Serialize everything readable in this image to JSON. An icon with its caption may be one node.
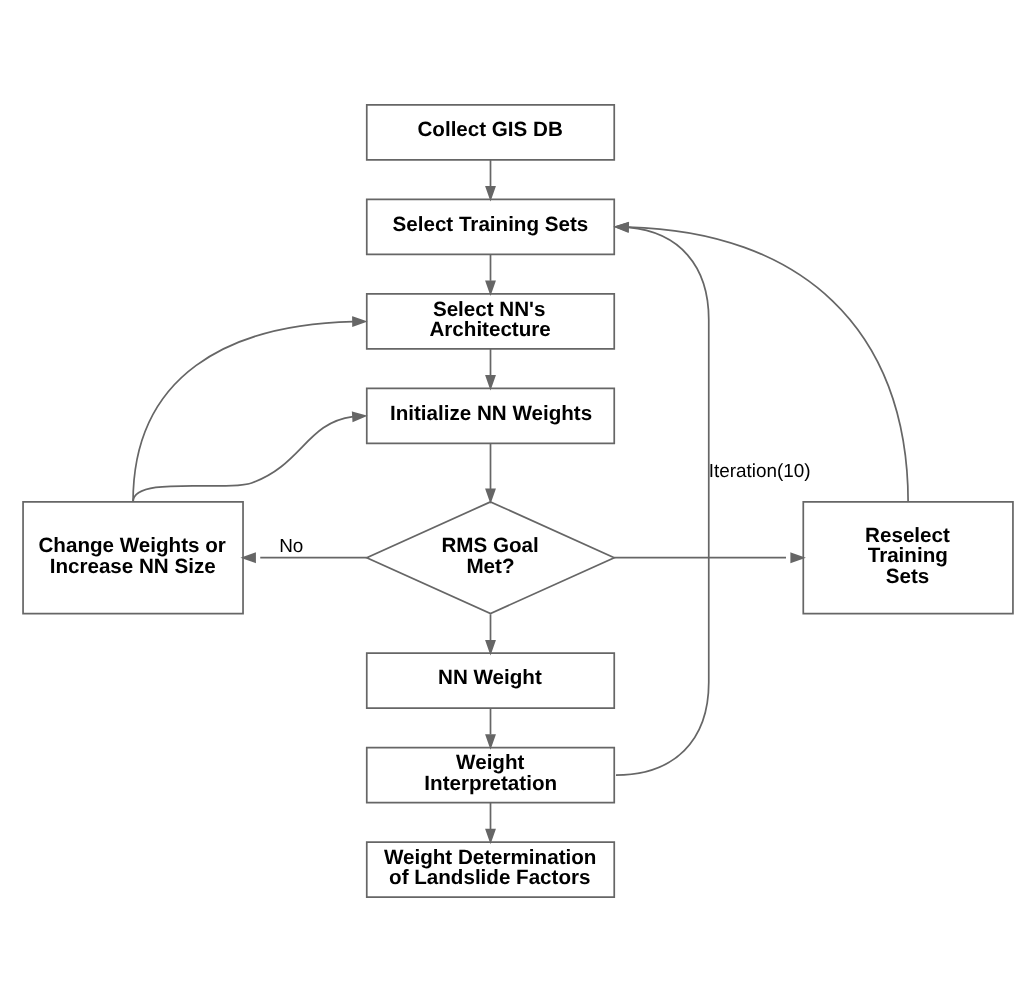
{
  "diagram": {
    "nodes": [
      {
        "text": [
          "Collect GIS DB"
        ]
      },
      {
        "text": [
          "Select Training Sets"
        ]
      },
      {
        "text": [
          "Select NN's Architecture"
        ]
      },
      {
        "text": [
          "Initialize NN Weights"
        ]
      },
      {
        "text": [
          "RMS Goal Met?"
        ]
      },
      {
        "text": [
          "Change Weights or Increase NN Size"
        ]
      },
      {
        "text": [
          "Reselect Training Sets"
        ]
      },
      {
        "text": [
          "NN Weight"
        ]
      },
      {
        "text": [
          "Weight Interpretation"
        ]
      },
      {
        "text": [
          "Weight Determination of Landslide Factors"
        ]
      }
    ],
    "edges": [
      {
        "from": 0,
        "to": 1,
        "arrow": "to"
      },
      {
        "from": 1,
        "to": 2,
        "arrow": "to"
      },
      {
        "from": 2,
        "to": 3,
        "arrow": "to"
      },
      {
        "from": 3,
        "to": 4,
        "arrow": "to"
      },
      {
        "from": 4,
        "to": 5,
        "arrow": "to",
        "label": "No"
      },
      {
        "from": 4,
        "to": 6,
        "arrow": "to"
      },
      {
        "from": 5,
        "to": 2,
        "arrow": "to"
      },
      {
        "from": 5,
        "to": 3,
        "arrow": "to"
      },
      {
        "from": 6,
        "to": 1,
        "arrow": "to"
      },
      {
        "from": 4,
        "to": 7,
        "arrow": "to"
      },
      {
        "from": 7,
        "to": 8,
        "arrow": "to"
      },
      {
        "from": 8,
        "to": 9,
        "arrow": "to"
      },
      {
        "from": 8,
        "to": 1,
        "arrow": "to",
        "label": "Iteration(10)"
      }
    ]
  }
}
